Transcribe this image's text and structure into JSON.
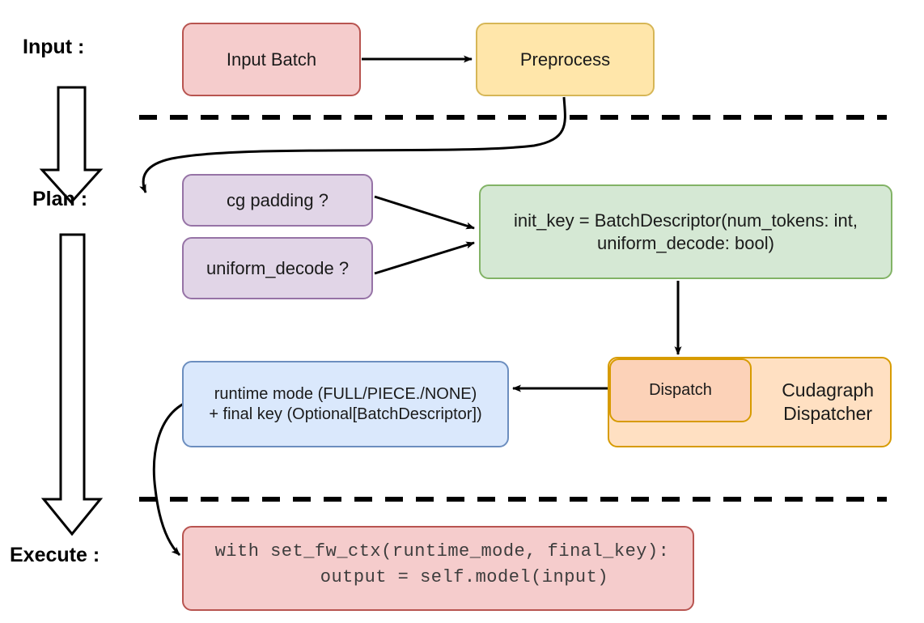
{
  "diagram": {
    "title": "Cudagraph dispatch pipeline",
    "background": "#ffffff",
    "stages": [
      {
        "key": "input",
        "label": "Input :"
      },
      {
        "key": "plan",
        "label": "Plan :"
      },
      {
        "key": "execute",
        "label": "Execute :"
      }
    ],
    "nodes": {
      "input_batch": {
        "label": "Input Batch",
        "fill": "#f5cccc",
        "stroke": "#b85450"
      },
      "preprocess": {
        "label": "Preprocess",
        "fill": "#ffe6aa",
        "stroke": "#d6b656"
      },
      "cg_padding": {
        "label": "cg padding ?",
        "fill": "#e1d5e7",
        "stroke": "#9673a6"
      },
      "uniform_decode": {
        "label": "uniform_decode ?",
        "fill": "#e1d5e7",
        "stroke": "#9673a6"
      },
      "init_key": {
        "line1": "init_key = BatchDescriptor(num_tokens: int,",
        "line2": "uniform_decode: bool)",
        "fill": "#d5e8d4",
        "stroke": "#82b366"
      },
      "runtime_mode": {
        "line1": "runtime mode (FULL/PIECE./NONE)",
        "line2": "+ final key (Optional[BatchDescriptor])",
        "fill": "#dae8fc",
        "stroke": "#6c8ebf"
      },
      "cudagraph_dispatcher": {
        "line1": "Cudagraph",
        "line2": "Dispatcher",
        "fill": "#ffe0c2",
        "stroke": "#d79b00"
      },
      "dispatch": {
        "label": "Dispatch",
        "fill": "#fcd2b8",
        "stroke": "#d79b00"
      },
      "code_block": {
        "line1": "with set_fw_ctx(runtime_mode, final_key):",
        "line2": "    output = self.model(input)",
        "fill": "#f5cccc",
        "stroke": "#b85450"
      }
    },
    "separators": [
      {
        "name": "input-plan-divider",
        "style": "dashed",
        "color": "#000000"
      },
      {
        "name": "plan-execute-divider",
        "style": "dashed",
        "color": "#000000"
      }
    ],
    "flow_arrows": [
      {
        "from": "input_batch",
        "to": "preprocess",
        "style": "straight"
      },
      {
        "from": "preprocess",
        "to": "cg_padding",
        "style": "curved"
      },
      {
        "from": "cg_padding",
        "to": "init_key",
        "style": "straight"
      },
      {
        "from": "uniform_decode",
        "to": "init_key",
        "style": "straight"
      },
      {
        "from": "init_key",
        "to": "dispatch",
        "style": "straight"
      },
      {
        "from": "dispatch",
        "to": "runtime_mode",
        "style": "straight"
      },
      {
        "from": "runtime_mode",
        "to": "code_block",
        "style": "curved"
      }
    ],
    "stage_arrows": [
      {
        "name": "input-to-plan-block-arrow"
      },
      {
        "name": "plan-to-execute-block-arrow"
      }
    ]
  }
}
